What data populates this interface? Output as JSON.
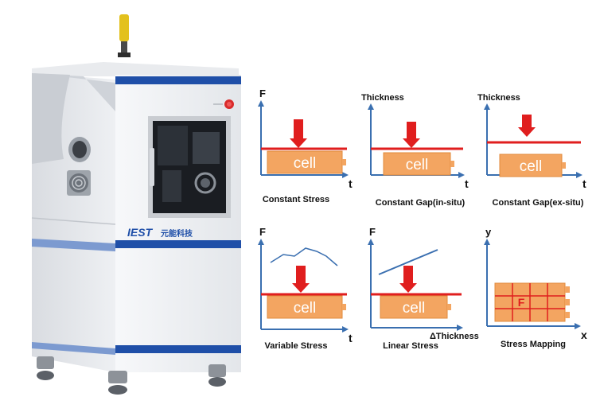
{
  "machine": {
    "brand": "IEST",
    "brand_cn": "元能科技",
    "colors": {
      "body": "#f2f3f5",
      "stripe": "#1f4fa8",
      "window": "#1a1d22",
      "beacon": "#e3c11d",
      "button": "#d92b2b"
    }
  },
  "colors": {
    "axis": "#3a6fb0",
    "arrow": "#e01e1e",
    "plate": "#e01e1e",
    "cell": "#f3a561",
    "cell_border": "#e08a3c",
    "curve": "#3a6fb0"
  },
  "panels": [
    {
      "id": "constant-stress",
      "y_label": "F",
      "x_label": "t",
      "caption": "Constant Stress",
      "cell_label": "cell"
    },
    {
      "id": "constant-gap-in-situ",
      "y_label": "Thickness",
      "x_label": "t",
      "caption": "Constant Gap(in-situ)",
      "cell_label": "cell"
    },
    {
      "id": "constant-gap-ex-situ",
      "y_label": "Thickness",
      "x_label": "t",
      "caption": "Constant Gap(ex-situ)",
      "cell_label": "cell"
    },
    {
      "id": "variable-stress",
      "y_label": "F",
      "x_label": "t",
      "caption": "Variable Stress",
      "cell_label": "cell"
    },
    {
      "id": "linear-stress",
      "y_label": "F",
      "x_label": "ΔThickness",
      "caption": "Linear Stress",
      "cell_label": "cell"
    },
    {
      "id": "stress-mapping",
      "y_label": "y",
      "x_label": "x",
      "caption": "Stress  Mapping",
      "cell_label": "F"
    }
  ]
}
